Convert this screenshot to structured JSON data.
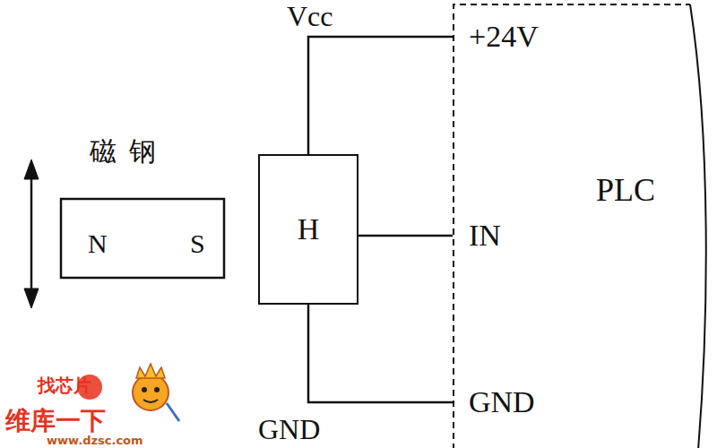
{
  "diagram": {
    "nodes": [
      {
        "text": [
          "磁钢",
          "N",
          "S"
        ]
      },
      {
        "text": [
          "H"
        ]
      },
      {
        "text": [
          "+24V",
          "PLC",
          "IN",
          "GND"
        ]
      }
    ],
    "edges": [
      {
        "from": 1,
        "to": 2,
        "arrow": "none",
        "label": "Vcc"
      },
      {
        "from": 1,
        "to": 2,
        "arrow": "none"
      },
      {
        "from": 1,
        "to": 2,
        "arrow": "none",
        "label": "GND"
      }
    ],
    "labels": [
      "找芯片",
      "维库一下",
      "www.dzsc.com"
    ]
  }
}
